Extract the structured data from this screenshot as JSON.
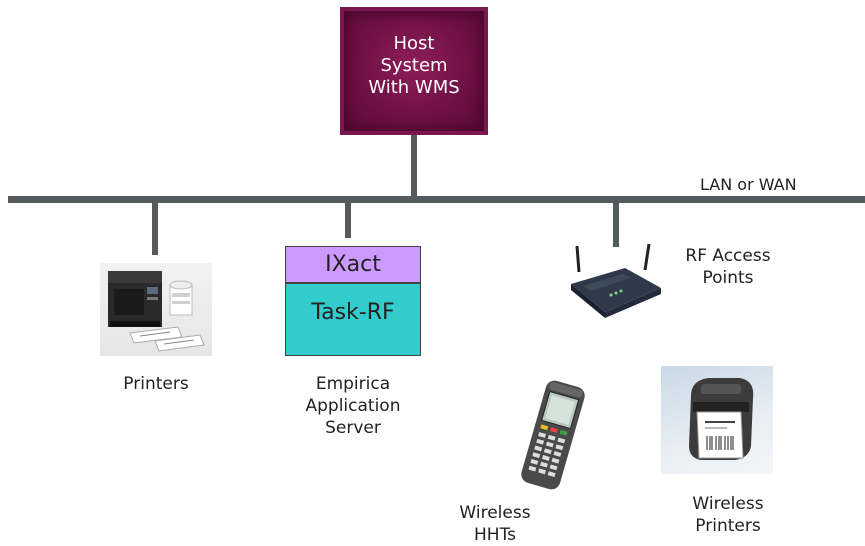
{
  "host": {
    "label": [
      "Host",
      "System",
      "With WMS"
    ]
  },
  "network": {
    "label": "LAN or WAN"
  },
  "server": {
    "top_label": "IXact",
    "bottom_label": "Task-RF",
    "caption": [
      "Empirica",
      "Application",
      "Server"
    ]
  },
  "printers": {
    "caption": "Printers"
  },
  "access_points": {
    "caption": [
      "RF Access",
      "Points"
    ]
  },
  "handhelds": {
    "caption": [
      "Wireless",
      "HHTs"
    ]
  },
  "wireless_printers": {
    "caption": [
      "Wireless",
      "Printers"
    ]
  },
  "colors": {
    "host_box": "#6e1044",
    "ixact_box": "#cc99ff",
    "task_box": "#33cccc",
    "lines": "#555a5c"
  },
  "icons": [
    "printer-photo",
    "wireless-router-photo",
    "handheld-terminal-photo",
    "portable-printer-photo"
  ]
}
